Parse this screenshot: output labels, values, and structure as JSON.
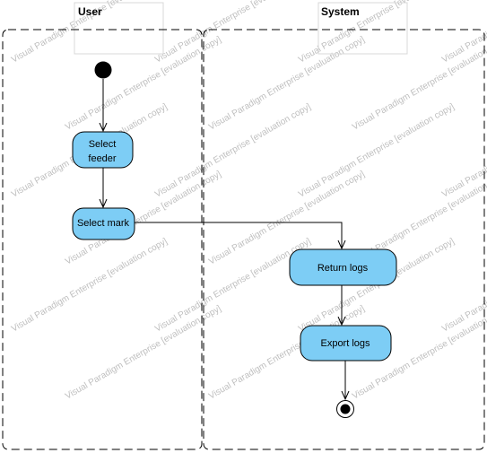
{
  "swimlanes": [
    {
      "title": "User"
    },
    {
      "title": "System"
    }
  ],
  "actions": {
    "select_feeder": [
      "Select",
      "feeder"
    ],
    "select_mark": [
      "Select mark"
    ],
    "return_logs": [
      "Return logs"
    ],
    "export_logs": [
      "Export logs"
    ]
  },
  "watermark": "Visual Paradigm Enterprise [evaluation copy]",
  "colors": {
    "action_fill": "#7dcdf5",
    "line": "#000000"
  }
}
